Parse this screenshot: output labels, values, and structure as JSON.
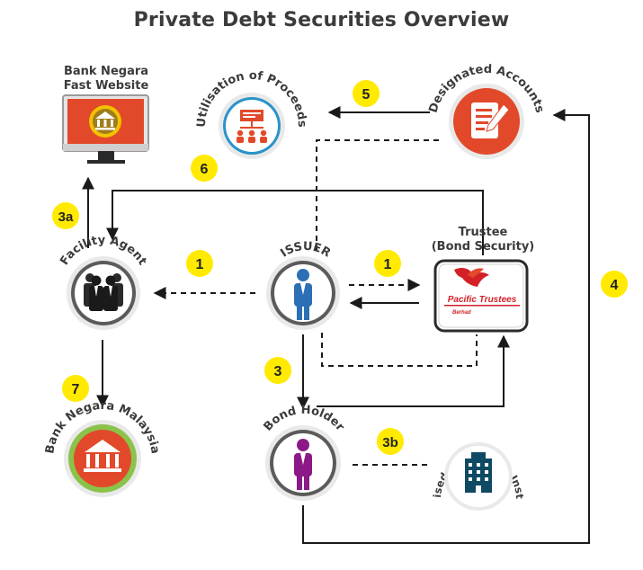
{
  "title": "Private Debt Securities Overview",
  "colors": {
    "badge": "#ffea00",
    "gold": "#a07d1c",
    "orange": "#e2492a",
    "blue": "#2c6fb5",
    "purple": "#8b1a87",
    "navy": "#0e4a63",
    "red": "#d32027",
    "accent": "#e24b27"
  },
  "nodes": {
    "bank_negara_website": {
      "line1": "Bank Negara",
      "line2": "Fast Website",
      "icon": "bank-building-on-monitor-icon"
    },
    "utilisation": {
      "label": "Utilisation of Proceeds",
      "icon": "org-chart-icon"
    },
    "designated_accounts": {
      "label": "Designated Accounts",
      "icon": "document-pen-icon"
    },
    "facility_agent": {
      "label": "Facility Agent",
      "icon": "people-group-icon"
    },
    "issuer": {
      "label": "ISSUER",
      "icon": "person-blue-icon"
    },
    "trustee": {
      "line1": "Trustee",
      "line2": "(Bond Security)",
      "logo_main": "Pacific Trustees",
      "logo_sub": "Berhad",
      "icon": "dove-logo-icon"
    },
    "bond_holder": {
      "label": "Bond Holder",
      "icon": "person-purple-icon"
    },
    "depository": {
      "label": "Authorised Depository Institution",
      "icon": "office-building-icon"
    },
    "bank_negara_malaysia": {
      "label": "Bank Negara Malaysia",
      "icon": "bank-building-icon"
    }
  },
  "steps": {
    "s1a": "1",
    "s1b": "1",
    "s3": "3",
    "s3a": "3a",
    "s3b": "3b",
    "s4": "4",
    "s5": "5",
    "s6": "6",
    "s7": "7"
  }
}
